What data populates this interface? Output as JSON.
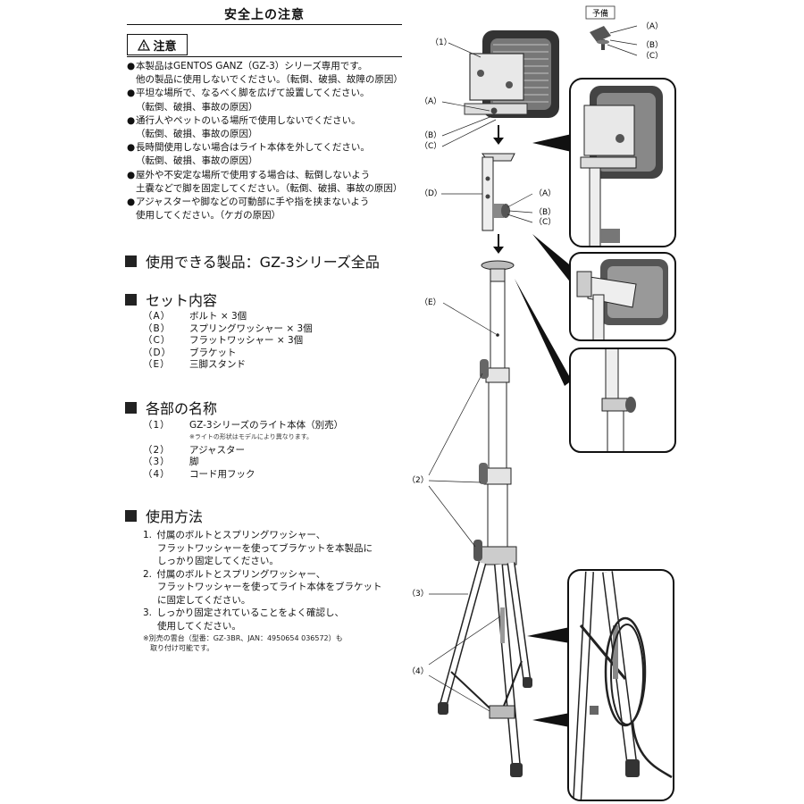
{
  "header": {
    "title": "安全上の注意",
    "caution": "注意"
  },
  "cautions": [
    {
      "line1": "本製品はGENTOS GANZ（GZ-3）シリーズ専用です。",
      "line2": "他の製品に使用しないでください。（転倒、破損、故障の原因）"
    },
    {
      "line1": "平坦な場所で、なるべく脚を広げて設置してください。",
      "line2": "（転倒、破損、事故の原因）"
    },
    {
      "line1": "通行人やペットのいる場所で使用しないでください。",
      "line2": "（転倒、破損、事故の原因）"
    },
    {
      "line1": "長時間使用しない場合はライト本体を外してください。",
      "line2": "（転倒、破損、事故の原因）"
    },
    {
      "line1": "屋外や不安定な場所で使用する場合は、転倒しないよう",
      "line2": "土嚢などで脚を固定してください。（転倒、破損、事故の原因）"
    },
    {
      "line1": "アジャスターや脚などの可動部に手や指を挟まないよう",
      "line2": "使用してください。（ケガの原因）"
    }
  ],
  "compatible": {
    "heading": "使用できる製品：GZ-3シリーズ全品"
  },
  "set_contents": {
    "heading": "セット内容",
    "items": [
      {
        "key": "（A）",
        "label": "ボルト × 3個"
      },
      {
        "key": "（B）",
        "label": "スプリングワッシャー × 3個"
      },
      {
        "key": "（C）",
        "label": "フラットワッシャー × 3個"
      },
      {
        "key": "（D）",
        "label": "ブラケット"
      },
      {
        "key": "（E）",
        "label": "三脚スタンド"
      }
    ]
  },
  "part_names": {
    "heading": "各部の名称",
    "items": [
      {
        "key": "（1）",
        "label": "GZ-3シリーズのライト本体（別売）",
        "note": "※ライトの形状はモデルにより異なります。"
      },
      {
        "key": "（2）",
        "label": "アジャスター",
        "note": ""
      },
      {
        "key": "（3）",
        "label": "脚",
        "note": ""
      },
      {
        "key": "（4）",
        "label": "コード用フック",
        "note": ""
      }
    ]
  },
  "usage": {
    "heading": "使用方法",
    "steps": [
      {
        "num": "1.",
        "line1": "付属のボルトとスプリングワッシャー、",
        "line2": "フラットワッシャーを使ってブラケットを本製品に",
        "line3": "しっかり固定してください。"
      },
      {
        "num": "2.",
        "line1": "付属のボルトとスプリングワッシャー、",
        "line2": "フラットワッシャーを使ってライト本体をブラケット",
        "line3": "に固定してください。"
      },
      {
        "num": "3.",
        "line1": "しっかり固定されていることをよく確認し、",
        "line2": "使用してください。",
        "line3": ""
      }
    ],
    "note1": "※別売の雲台（型番：GZ-3BR、JAN：4950654 036572）も",
    "note2": "取り付け可能です。"
  },
  "diagram": {
    "spare": "予備",
    "labels": {
      "A": "（A）",
      "B": "（B）",
      "C": "（C）",
      "D": "（D）",
      "E": "（E）",
      "p1": "（1）",
      "p2": "（2）",
      "p3": "（3）",
      "p4": "（4）"
    }
  }
}
